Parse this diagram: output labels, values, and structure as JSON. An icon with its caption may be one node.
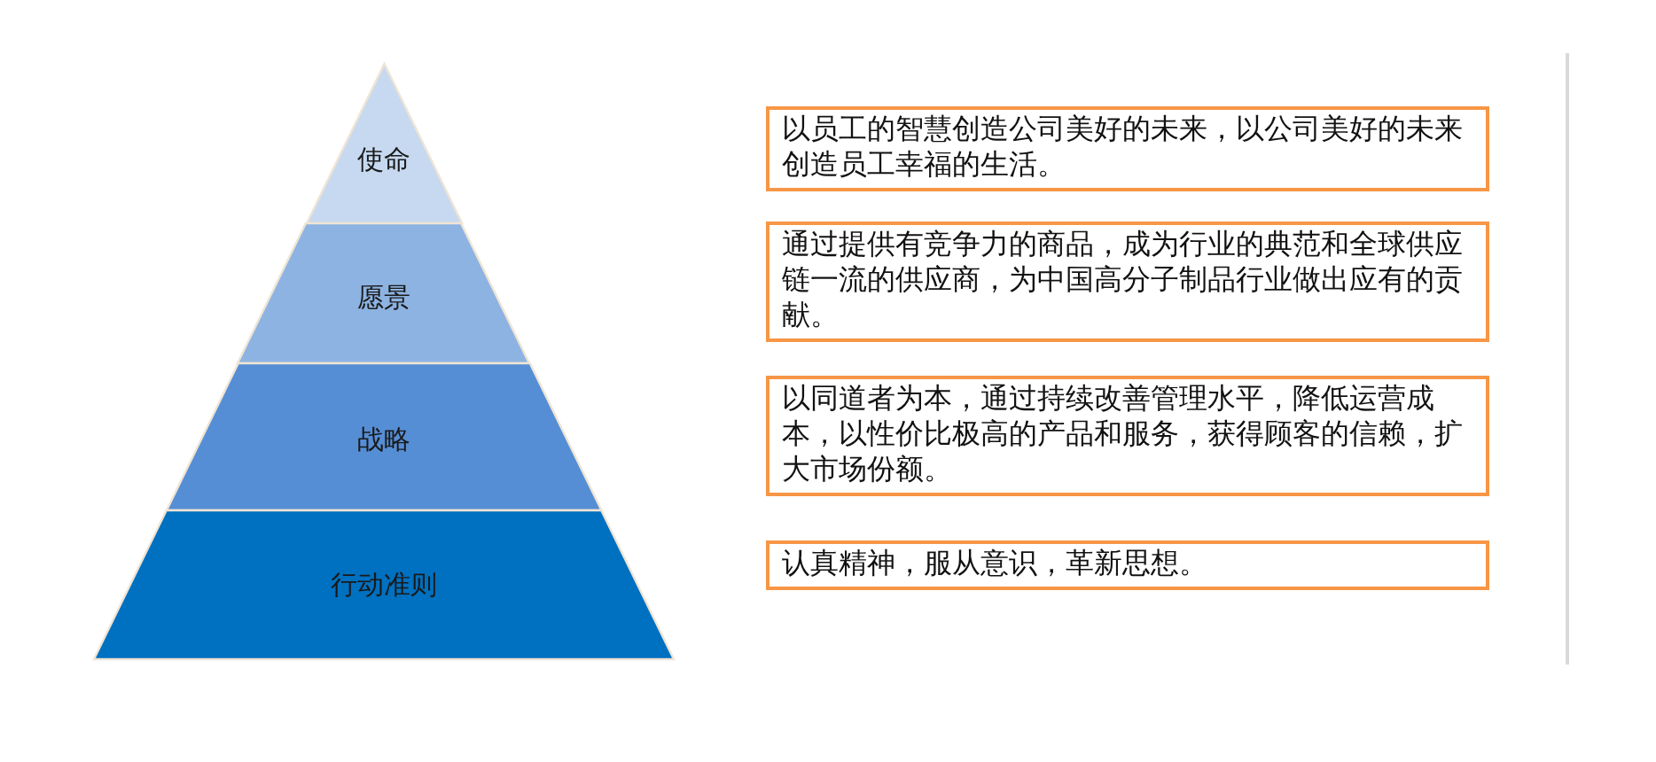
{
  "diagram": {
    "nodes": [
      {
        "text": [
          "使命"
        ]
      },
      {
        "text": [
          "愿景"
        ]
      },
      {
        "text": [
          "战略"
        ]
      },
      {
        "text": [
          "行动准则"
        ]
      },
      {
        "text": [
          "以员工的智慧创造公司美好的未来，以公司美好的未来创造员工幸福的生活。"
        ]
      },
      {
        "text": [
          "通过提供有竞争力的商品，成为行业的典范和全球供应链一流的供应商，为中国高分子制品行业做出应有的贡献。"
        ]
      },
      {
        "text": [
          "以同道者为本，通过持续改善管理水平，降低运营成本，以性价比极高的产品和服务，获得顾客的信赖，扩大市场份额。"
        ]
      },
      {
        "text": [
          "认真精神，服从意识，革新思想。"
        ]
      }
    ]
  }
}
